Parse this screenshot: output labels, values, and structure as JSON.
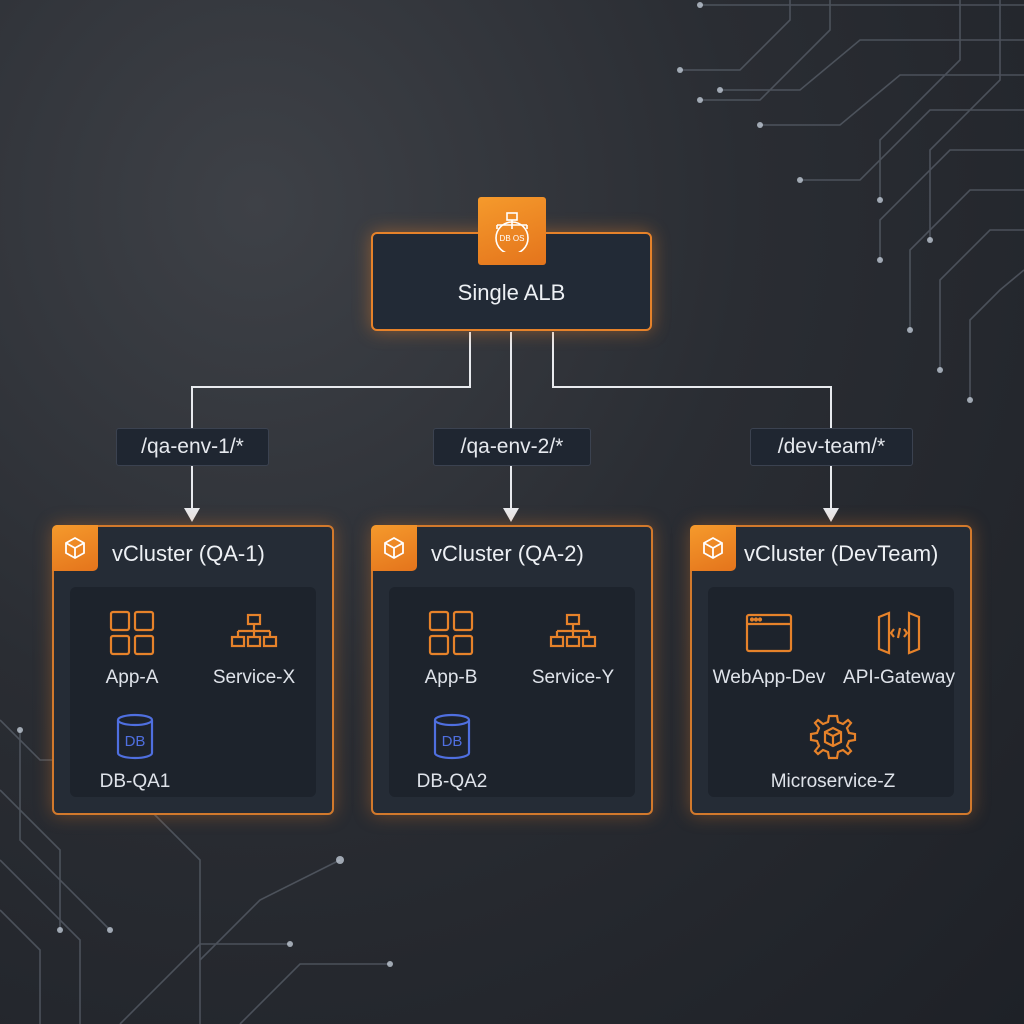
{
  "load_balancer": {
    "title": "Single ALB",
    "icon": "network-hierarchy-icon",
    "icon_text": "DB OS"
  },
  "routes": [
    {
      "path": "/qa-env-1/*"
    },
    {
      "path": "/qa-env-2/*"
    },
    {
      "path": "/dev-team/*"
    }
  ],
  "clusters": [
    {
      "title": "vCluster (QA-1)",
      "items": [
        {
          "label": "App-A",
          "icon": "app-grid-icon"
        },
        {
          "label": "Service-X",
          "icon": "hierarchy-icon"
        },
        {
          "label": "DB-QA1",
          "icon": "database-icon",
          "icon_text": "DB"
        }
      ]
    },
    {
      "title": "vCluster (QA-2)",
      "items": [
        {
          "label": "App-B",
          "icon": "app-grid-icon"
        },
        {
          "label": "Service-Y",
          "icon": "hierarchy-icon"
        },
        {
          "label": "DB-QA2",
          "icon": "database-icon",
          "icon_text": "DB"
        }
      ]
    },
    {
      "title": "vCluster (DevTeam)",
      "items": [
        {
          "label": "WebApp-Dev",
          "icon": "browser-window-icon"
        },
        {
          "label": "API-Gateway",
          "icon": "api-gateway-icon"
        },
        {
          "label": "Microservice-Z",
          "icon": "gear-cube-icon"
        }
      ]
    }
  ],
  "colors": {
    "accent": "#e6822a",
    "database": "#4f6fe0",
    "connector": "#e8eaee"
  }
}
